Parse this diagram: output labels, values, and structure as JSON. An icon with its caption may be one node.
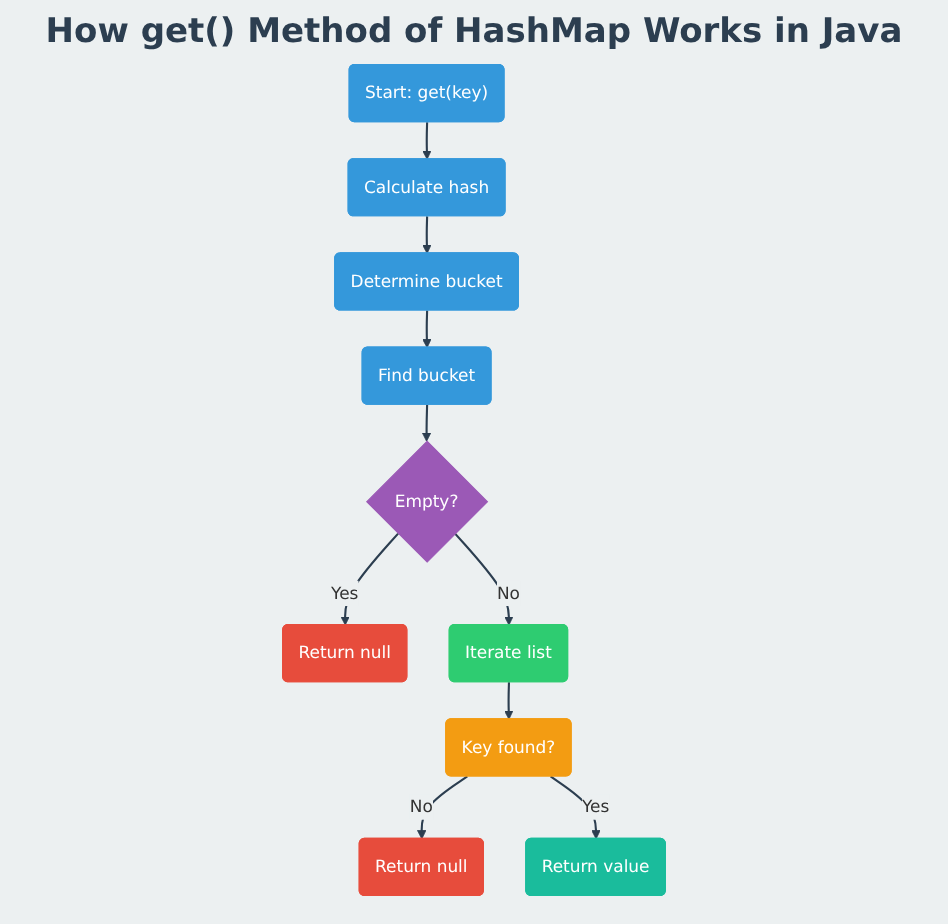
{
  "diagram": {
    "title": "How get() Method of HashMap Works in Java",
    "nodes": [
      {
        "text": [
          "Start: get(key)"
        ]
      },
      {
        "text": [
          "Calculate hash"
        ]
      },
      {
        "text": [
          "Determine bucket"
        ]
      },
      {
        "text": [
          "Find bucket"
        ]
      },
      {
        "text": [
          "Empty?"
        ]
      },
      {
        "text": [
          "Return null"
        ]
      },
      {
        "text": [
          "Iterate list"
        ]
      },
      {
        "text": [
          "Key found?"
        ]
      },
      {
        "text": [
          "Return null"
        ]
      },
      {
        "text": [
          "Return value"
        ]
      }
    ],
    "edges": [
      {
        "from": 0,
        "to": 1,
        "arrow": "to"
      },
      {
        "from": 1,
        "to": 2,
        "arrow": "to"
      },
      {
        "from": 2,
        "to": 3,
        "arrow": "to"
      },
      {
        "from": 3,
        "to": 4,
        "arrow": "to"
      },
      {
        "from": 4,
        "to": 5,
        "arrow": "to",
        "label": "Yes"
      },
      {
        "from": 4,
        "to": 6,
        "arrow": "to",
        "label": "No"
      },
      {
        "from": 6,
        "to": 7,
        "arrow": "to"
      },
      {
        "from": 7,
        "to": 8,
        "arrow": "to",
        "label": "No"
      },
      {
        "from": 7,
        "to": 9,
        "arrow": "to",
        "label": "Yes"
      }
    ]
  }
}
